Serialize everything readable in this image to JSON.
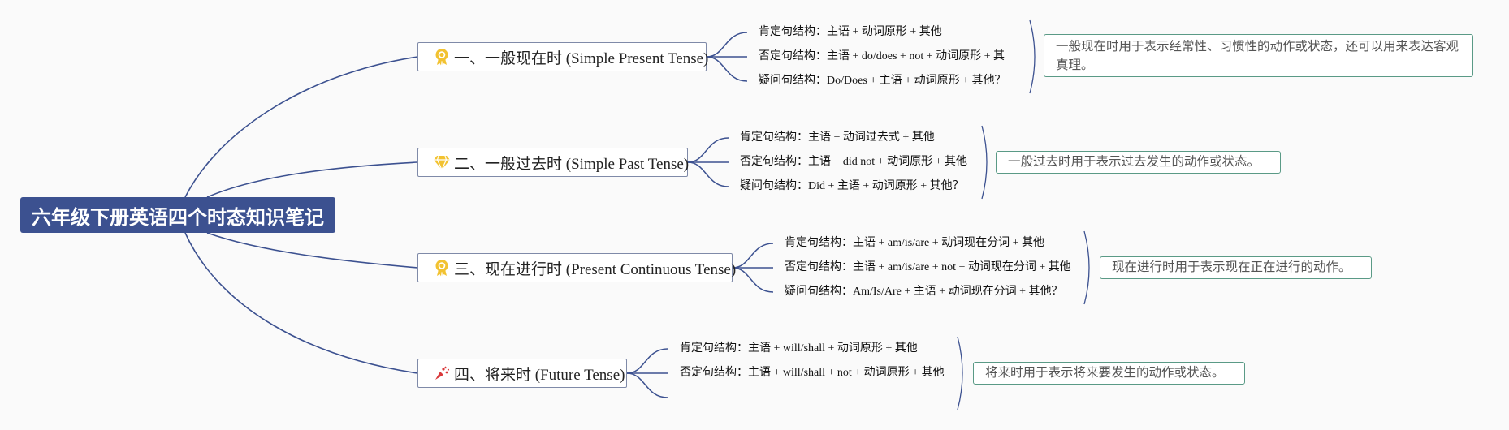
{
  "root": {
    "title": "六年级下册英语四个时态知识笔记"
  },
  "colors": {
    "root_bg": "#3c5190",
    "line": "#3c5190",
    "summary_border": "#5a9a86",
    "icon_gold": "#f2c230",
    "icon_red": "#d9383a"
  },
  "branches": [
    {
      "label": "一、一般现在时 (Simple Present Tense)",
      "icon": "award-ribbon-icon",
      "leaves": [
        "肯定句结构：主语 + 动词原形 + 其他",
        "否定句结构：主语 + do/does + not + 动词原形 + 其",
        "疑问句结构：Do/Does + 主语 + 动词原形 + 其他？"
      ],
      "summary": "一般现在时用于表示经常性、习惯性的动作或状态，还可以用来表达客观真理。"
    },
    {
      "label": "二、一般过去时 (Simple Past Tense)",
      "icon": "diamond-icon",
      "leaves": [
        "肯定句结构：主语 + 动词过去式 + 其他",
        "否定句结构：主语 + did not + 动词原形 + 其他",
        "疑问句结构：Did + 主语 + 动词原形 + 其他？"
      ],
      "summary": "一般过去时用于表示过去发生的动作或状态。"
    },
    {
      "label": "三、现在进行时 (Present Continuous Tense)",
      "icon": "award-ribbon-icon",
      "leaves": [
        "肯定句结构：主语 + am/is/are + 动词现在分词 + 其他",
        "否定句结构：主语 + am/is/are + not + 动词现在分词 + 其他",
        "疑问句结构：Am/Is/Are + 主语 + 动词现在分词 + 其他？"
      ],
      "summary": "现在进行时用于表示现在正在进行的动作。"
    },
    {
      "label": "四、将来时 (Future Tense)",
      "icon": "party-popper-icon",
      "leaves": [
        "肯定句结构：主语 + will/shall + 动词原形 + 其他",
        "否定句结构：主语 + will/shall + not + 动词原形 + 其他"
      ],
      "summary": "将来时用于表示将来要发生的动作或状态。"
    }
  ]
}
